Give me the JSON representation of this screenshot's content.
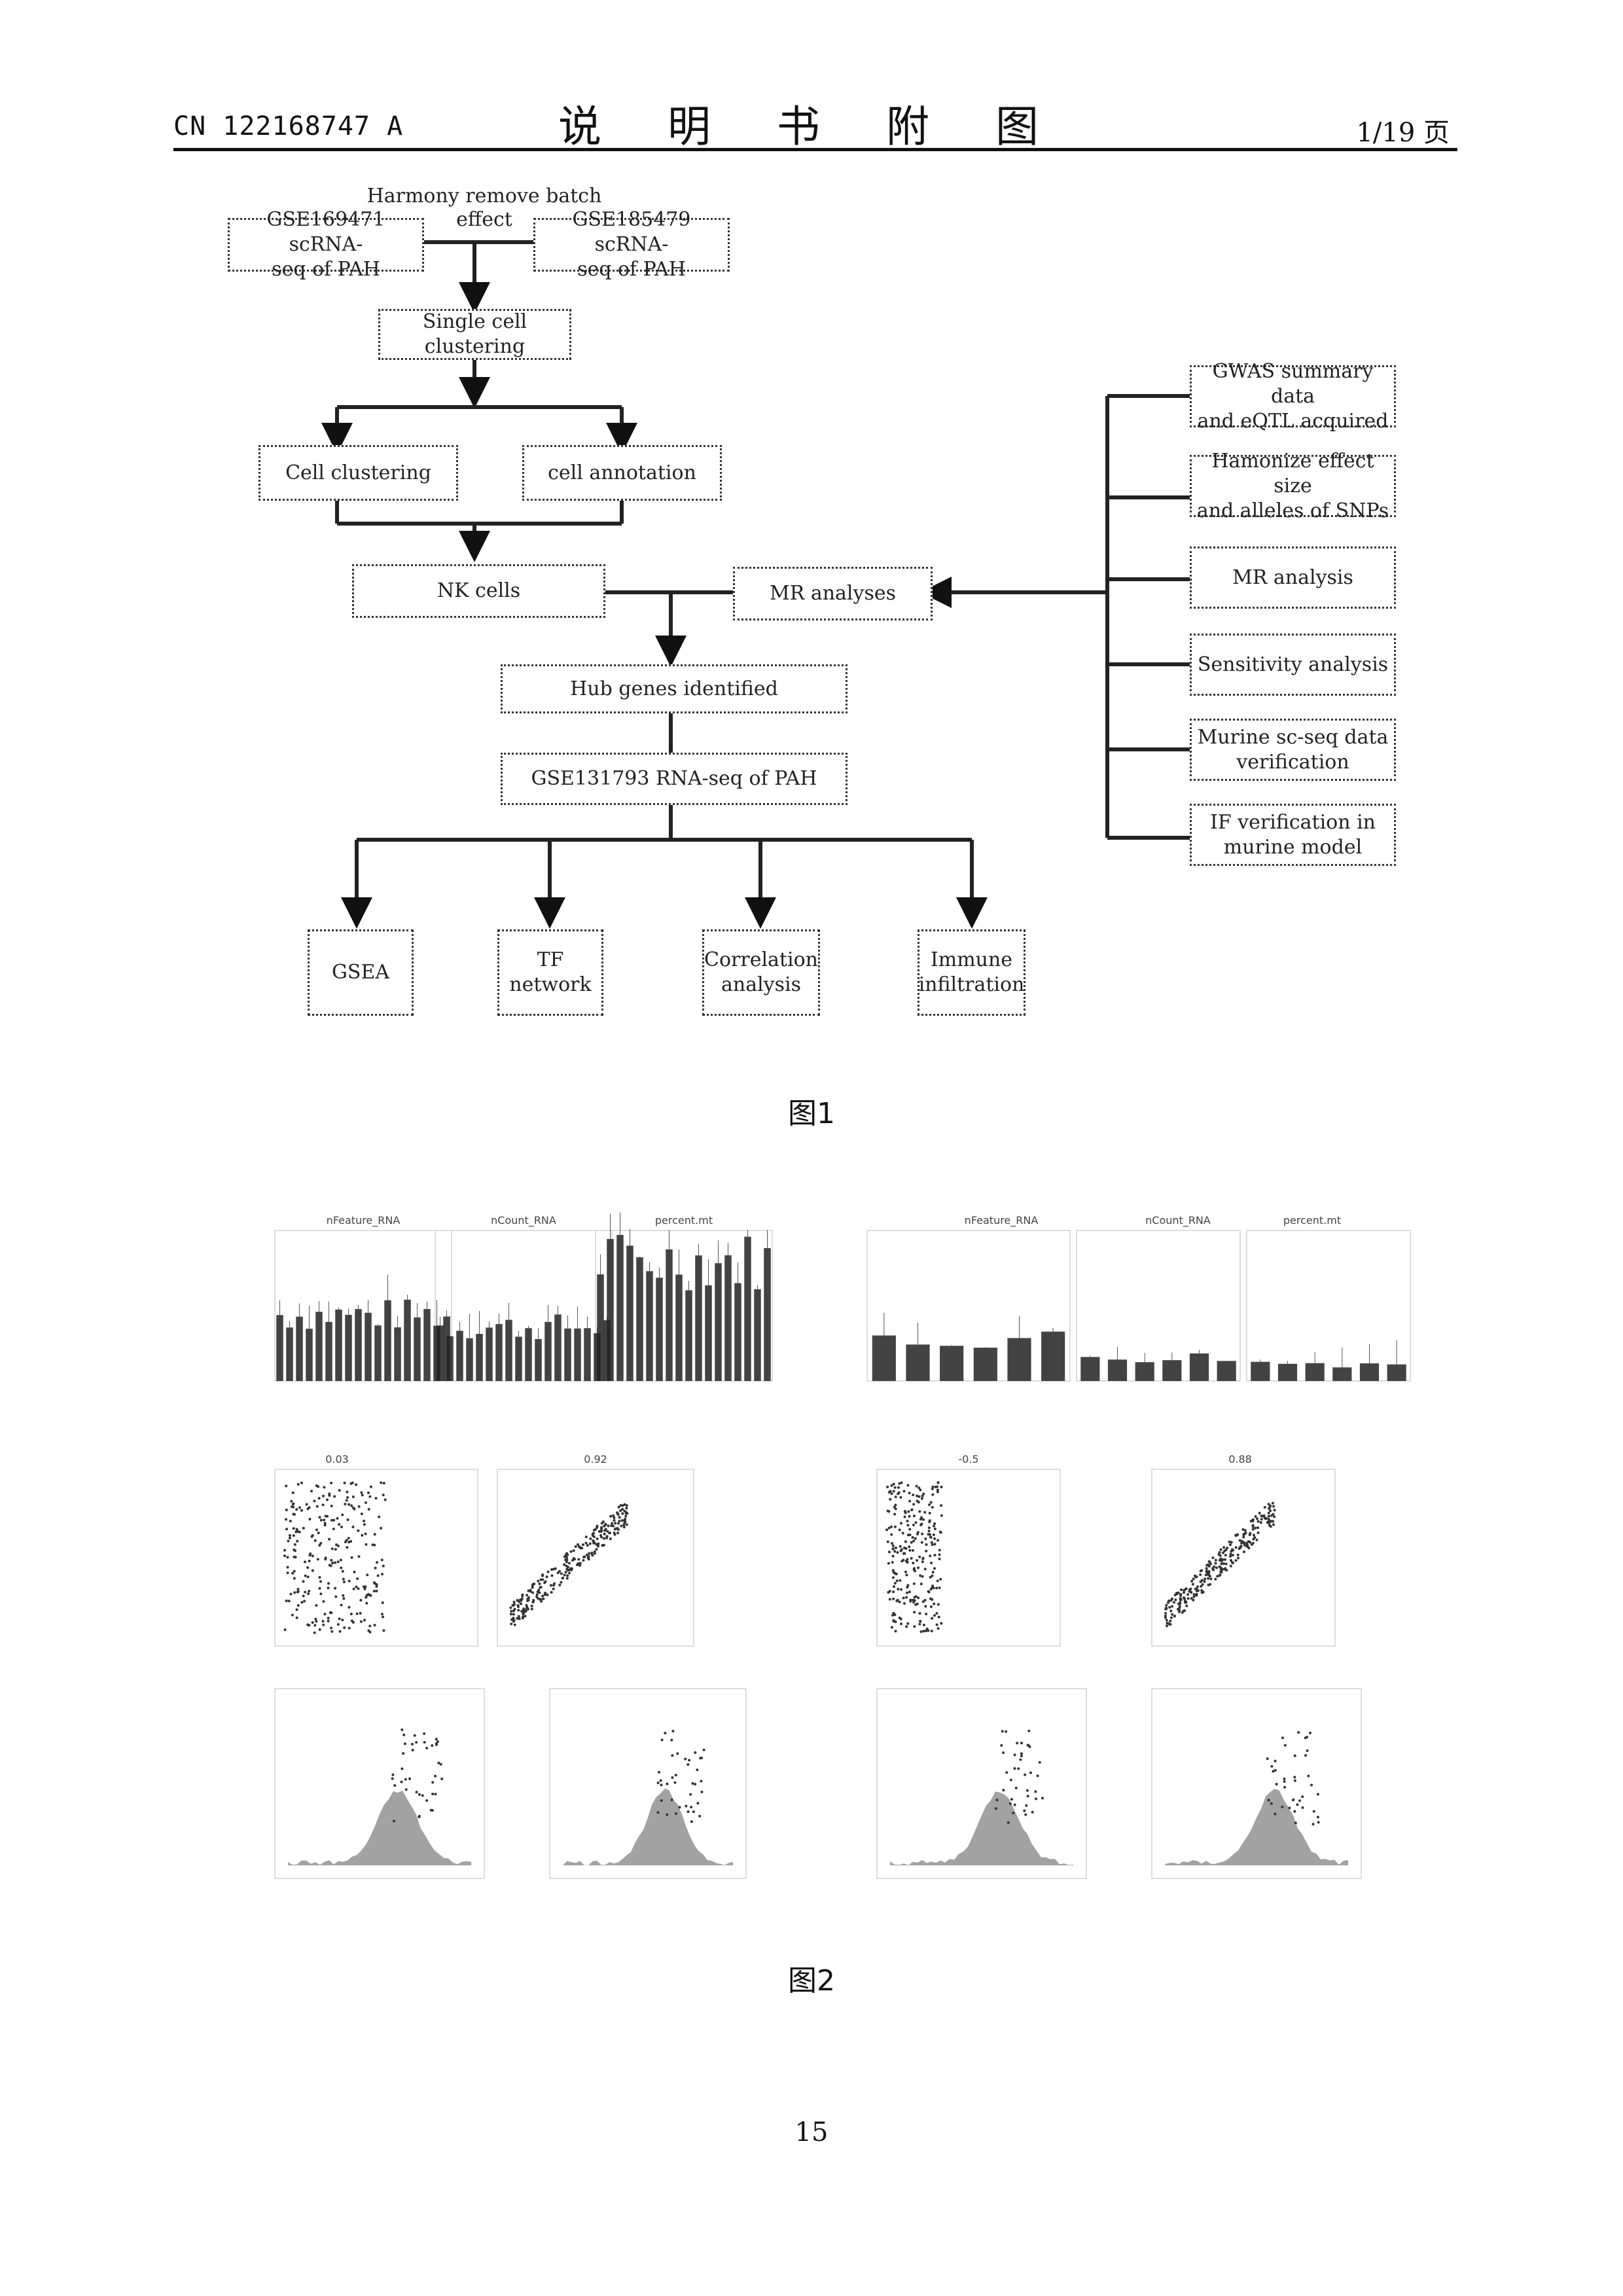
{
  "header": {
    "patent_number": "CN 122168747 A",
    "title": "说 明 书 附 图",
    "page_count": "1/19 页"
  },
  "figure1": {
    "caption": "图1",
    "label_harmony": "Harmony remove batch\neffect",
    "boxes": {
      "gse169471": "GSE169471 scRNA-\nseq of PAH",
      "gse185479": "GSE185479 scRNA-\nseq of PAH",
      "single_cell_clustering": "Single cell clustering",
      "cell_clustering": "Cell clustering",
      "cell_annotation": "cell annotation",
      "nk_cells": "NK cells",
      "mr_analyses": "MR analyses",
      "hub_genes": "Hub genes identified",
      "gse131793": "GSE131793 RNA-seq of PAH",
      "gsea": "GSEA",
      "tf_network": "TF network",
      "correlation": "Correlation\nanalysis",
      "immune": "Immune\ninfiltration",
      "gwas": "GWAS summary data\nand eQTL acquired",
      "harmonize": "Hamonize effect size\nand alleles of SNPs",
      "mr_analysis": "MR analysis",
      "sensitivity": "Sensitivity analysis",
      "murine_sc": "Murine sc-seq data\nverification",
      "if_verification": "IF verification in\nmurine model"
    }
  },
  "figure2": {
    "caption": "图2",
    "panel_a_titles": [
      "nFeature_RNA",
      "nCount_RNA",
      "percent.mt"
    ],
    "panel_b_titles": [
      "nFeature_RNA",
      "nCount_RNA",
      "percent.mt"
    ],
    "panel_c_titles": [
      "0.03",
      "0.92"
    ],
    "panel_d_titles": [
      "-0.5",
      "0.88"
    ]
  },
  "page_number": "15"
}
